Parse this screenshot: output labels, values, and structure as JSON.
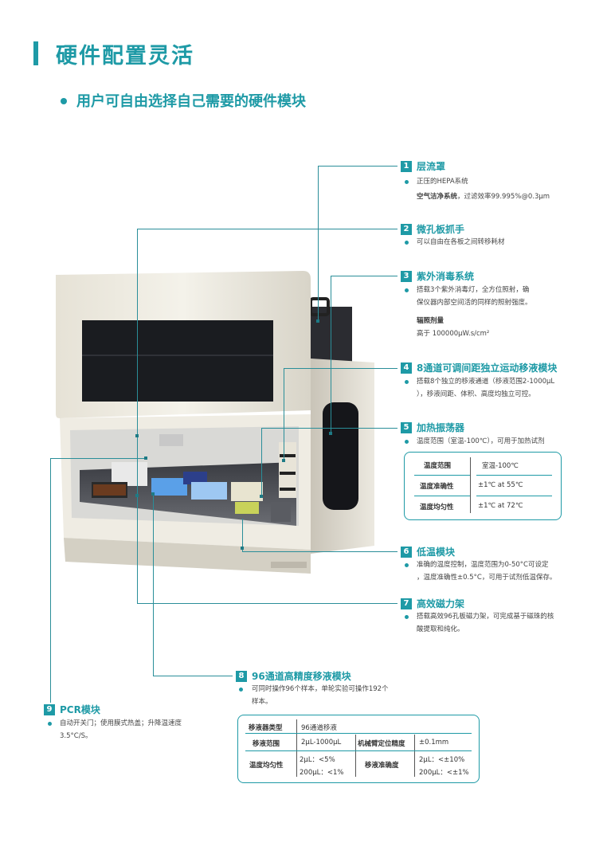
{
  "header": {
    "title": "硬件配置灵活",
    "subtitle": "用户可自由选择自己需要的硬件模块"
  },
  "features": [
    {
      "num": "1",
      "title": "层流罩",
      "desc1": "正压的HEPA系统",
      "desc2_bold": "空气洁净系统",
      "desc2_rest": "，过滤效率99.995%@0.3μm"
    },
    {
      "num": "2",
      "title": "微孔板抓手",
      "desc": "可以自由在各板之间转移耗材"
    },
    {
      "num": "3",
      "title": "紫外消毒系统",
      "desc_l1": "搭载3个紫外消毒灯，全方位照射，确",
      "desc_l2": "保仪器内部空间活的同样的照射强度。",
      "label": "辐照剂量",
      "value": "高于 100000μW.s/cm²"
    },
    {
      "num": "4",
      "title": "8通道可调间距独立运动移液模块",
      "desc_l1": "搭载8个独立的移液通道（移液范围2-1000μL",
      "desc_l2": "），移液间距、体积、高度均独立可控。"
    },
    {
      "num": "5",
      "title": "加热振荡器",
      "desc": "温度范围（室温-100℃），可用于加热试剂",
      "table": [
        {
          "k": "温度范围",
          "v": "室温-100℃"
        },
        {
          "k": "温度准确性",
          "v": "±1℃ at 55℃"
        },
        {
          "k": "温度均匀性",
          "v": "±1℃ at 72℃"
        }
      ]
    },
    {
      "num": "6",
      "title": "低温模块",
      "desc_l1": "准确的温度控制，温度范围为0-50°C可设定",
      "desc_l2": "，温度准确性±0.5°C，可用于试剂低温保存。"
    },
    {
      "num": "7",
      "title": "高效磁力架",
      "desc_l1": "搭载高效96孔板磁力架，可完成基于磁珠的核",
      "desc_l2": "酸提取和纯化。"
    },
    {
      "num": "8",
      "title": "96通道高精度移液模块",
      "desc_l1": "可同时操作96个样本，单轮实验可操作192个",
      "desc_l2": "样本。",
      "table": {
        "r1k": "移液器类型",
        "r1v": "96通道移液",
        "r2k": "移液范围",
        "r2v": "2μL-1000μL",
        "r2k2": "机械臂定位精度",
        "r2v2": "±0.1mm",
        "r3k": "温度均匀性",
        "r3v1": "2μL：<5%",
        "r3v2": "200μL：<1%",
        "r3k2": "移液准确度",
        "r3w1": "2μL：<±10%",
        "r3w2": "200μL：<±1%"
      }
    },
    {
      "num": "9",
      "title": "PCR模块",
      "desc_l1": "自动开关门；使用膜式热盖；升降温速度",
      "desc_l2": "3.5°C/S。"
    }
  ],
  "colors": {
    "accent": "#1e9aa6",
    "machine_body": "#efece3",
    "dark_panel": "#1a1c20"
  }
}
